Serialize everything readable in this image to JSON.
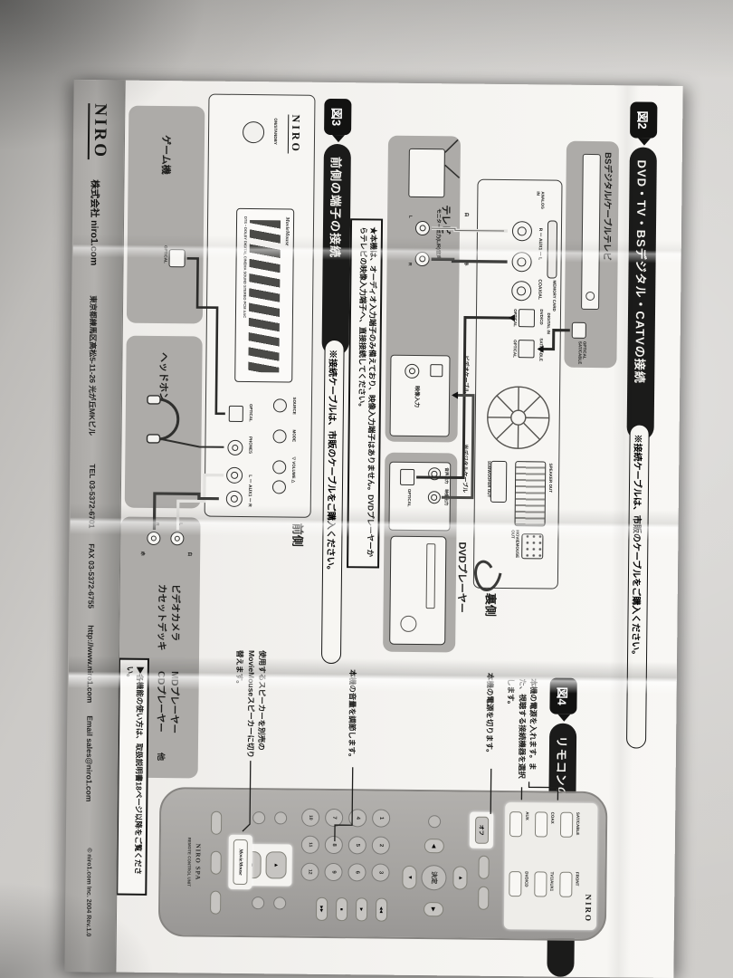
{
  "colors": {
    "paper": "#f4f3f0",
    "background": "#cccac7",
    "heading_bar": "#1b1b1a",
    "device_box": "#adaba8"
  },
  "fig2": {
    "badge": "図2",
    "title": "DVD・TV・BSデジタル・CATVの接続",
    "subtitle": "※接続ケーブルは、市販のケーブルをご購入ください。",
    "bs_label": "BSデジタル/ケーブルテレビ",
    "bs_jack": "OPTICAL SAT/CABLE",
    "rear_label": "裏側",
    "memory_card": "MEMORY CARD",
    "analog_in": "ANALOG IN",
    "aux_row": "R ー AUX1 ー L",
    "coaxial": "COAXIAL",
    "digital_in": "DIGITAL IN",
    "jack_dvd": "DVD/CD",
    "jack_opt": "OPTICAL",
    "jack_sat": "SAT/CABLE",
    "speaker_out": "SPEAKER OUT",
    "mm_out": "MOVIEMOUSE OUT",
    "sub_out": "SUBWOOFER OUT",
    "tv_label": "テレビ",
    "monitor_out": "モニター出力(L/R)音声",
    "l": "L",
    "r": "R",
    "red": "赤",
    "white": "白",
    "video_in": "映像入力",
    "video_cable": "ビデオケーブル",
    "optical_cable": "光デジタルケーブル",
    "dvd_label": "DVDプレーヤー",
    "audio_out": "音声出力",
    "video_out": "映像出力",
    "optical": "OPTICAL",
    "note": "★本機は、オーディオ入力端子のみ備えており、映像入力端子はありません。DVDプレーヤーからテレビの映像入力端子へ、直接接続してください。"
  },
  "fig3": {
    "badge": "図3",
    "title": "前側の端子の接続",
    "subtitle": "※接続ケーブルは、市販のケーブルをご購入ください。",
    "front_label": "前側",
    "brand": "NIRO",
    "power": "ON/STANDBY",
    "display_caption": "MovieMouse",
    "display_caption2": "DTS・DOLBY DIGITAL CINEMA SOUND STEREO PCM AAC",
    "source": "SOURCE",
    "mode": "MODE",
    "volume": "▽ VOLUME △",
    "optical": "OPTICAL",
    "phones": "PHONES",
    "aux_row": "L ー AUX1 ー R",
    "game": "ゲーム機",
    "game_jack": "OPTICAL",
    "headphone": "ヘッドホン",
    "cam1": "ビデオカメラ",
    "cam2": "カセットデッキ",
    "md1": "MDプレーヤー",
    "md2": "CDプレーヤー",
    "etc": "他",
    "white": "白",
    "red": "赤",
    "l": "L",
    "r": "R"
  },
  "fig4": {
    "badge": "図4",
    "title": "リモコンの基本操作",
    "note_power_on": "本機の電源を入れます。また、視聴する接続機器を選択します。",
    "note_power_off": "本機の電源を切ります。",
    "note_volume": "本機の音量を調節します。",
    "note_speaker": "使用するスピーカーを別売のMovieMouseスピーカーに切り替えます。",
    "remote": {
      "brand": "NIRO",
      "sources": [
        "SAT/CABLE",
        "FRONT",
        "COAX",
        "TV1/AUX1",
        "AUX",
        "DVD/CD"
      ],
      "off": "オフ",
      "enter": "決定",
      "digits": [
        "1",
        "2",
        "3",
        "4",
        "5",
        "6",
        "7",
        "8",
        "9",
        "10",
        "11",
        "12"
      ],
      "vol_up": "▲",
      "vol_down": "▼",
      "transport": [
        "◀◀",
        "▶",
        "■",
        "▶▶"
      ],
      "mm": "MovieMouse",
      "model": "NIRO SPA",
      "unit": "REMOTE CONTROL UNIT"
    }
  },
  "note_footer": "▶各機能の使い方は、取扱説明書18ページ以降をご覧ください。",
  "footer": {
    "brand": "NIRO",
    "company": "株式会社 niro1.com",
    "address": "東京都練馬区高松5-11-26 光が丘MKビル",
    "tel": "TEL 03-5372-6701",
    "fax": "FAX 03-5372-6755",
    "url": "http://www.niro1.com",
    "email": "Email sales@niro1.com",
    "copyright": "© niro1.com Inc. 2004 Rev.1.0"
  }
}
